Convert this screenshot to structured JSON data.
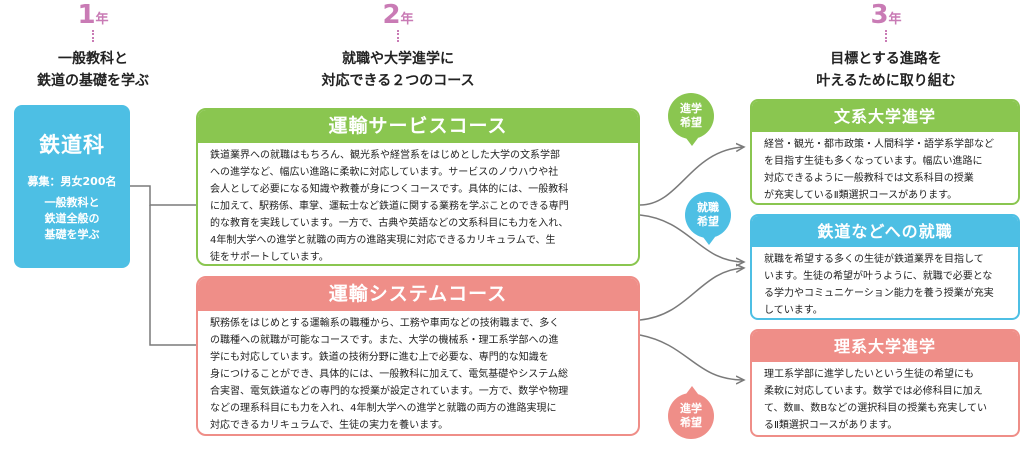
{
  "years": [
    {
      "num": "1",
      "unit": "年",
      "title": "一般教科と\n鉄道の基礎を学ぶ"
    },
    {
      "num": "2",
      "unit": "年",
      "title": "就職や大学進学に\n対応できる２つのコース"
    },
    {
      "num": "3",
      "unit": "年",
      "title": "目標とする進路を\n叶えるために取り組む"
    }
  ],
  "department": {
    "name": "鉄道科",
    "recruit": "募集：男女200名",
    "desc": "一般教科と\n鉄道全般の\n基礎を学ぶ"
  },
  "courses": [
    {
      "title": "運輸サービスコース",
      "text": "鉄道業界への就職はもちろん、観光系や経営系をはじめとした大学の文系学部\nへの進学など、幅広い進路に柔軟に対応しています。サービスのノウハウや社\n会人として必要になる知識や教養が身につくコースです。具体的には、一般教科\nに加えて、駅務係、車掌、運転士など鉄道に関する業務を学ぶことのできる専門\n的な教育を実践しています。一方で、古典や英語などの文系科目にも力を入れ、\n4年制大学への進学と就職の両方の進路実現に対応できるカリキュラムで、生\n徒をサポートしています。"
    },
    {
      "title": "運輸システムコース",
      "text": "駅務係をはじめとする運輸系の職種から、工務や車両などの技術職まで、多く\nの職種への就職が可能なコースです。また、大学の機械系・理工系学部への進\n学にも対応しています。鉄道の技術分野に進む上で必要な、専門的な知識を\n身につけることができ、具体的には、一般教科に加えて、電気基礎やシステム総\n合実習、電気鉄道などの専門的な授業が設定されています。一方で、数学や物理\nなどの理系科目にも力を入れ、4年制大学への進学と就職の両方の進路実現に\n対応できるカリキュラムで、生徒の実力を養います。"
    }
  ],
  "bubbles": [
    {
      "text": "進学\n希望"
    },
    {
      "text": "就職\n希望"
    },
    {
      "text": "進学\n希望"
    }
  ],
  "destinations": [
    {
      "title": "文系大学進学",
      "text": "経営・観光・都市政策・人間科学・語学系学部など\nを目指す生徒も多くなっています。幅広い進路に\n対応できるように一般教科では文系科目の授業\nが充実しているⅡ類選択コースがあります。"
    },
    {
      "title": "鉄道などへの就職",
      "text": "就職を希望する多くの生徒が鉄道業界を目指して\nいます。生徒の希望が叶うように、就職で必要とな\nる学力やコミュニケーション能力を養う授業が充実\nしています。"
    },
    {
      "title": "理系大学進学",
      "text": "理工系学部に進学したいという生徒の希望にも\n柔軟に対応しています。数学では必修科目に加え\nて、数Ⅲ、数Bなどの選択科目の授業も充実してい\nるⅡ類選択コースがあります。"
    }
  ],
  "colors": {
    "year": "#c97bb5",
    "main": "#4dbfe4",
    "service": "#8ac650",
    "system": "#ef8e88",
    "line": "#7a7a7a"
  }
}
